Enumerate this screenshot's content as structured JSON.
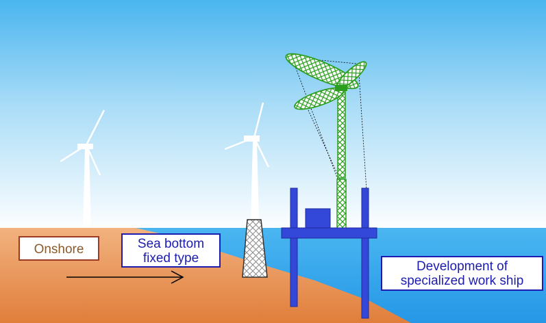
{
  "labels": {
    "onshore": "Onshore",
    "sea_bottom_line1": "Sea bottom",
    "sea_bottom_line2": "fixed type",
    "workship_line1": "Development of",
    "workship_line2": "specialized work ship"
  },
  "colors": {
    "sky_top": "#4ab5ef",
    "sky_bottom": "#ffffff",
    "sea": "#32a8ee",
    "land": "#e88f4f",
    "ship": "#3347d9",
    "green_turbine": "#2c9e1f",
    "onshore_border": "#9b3a22",
    "blue_border": "#1c1cb0"
  }
}
